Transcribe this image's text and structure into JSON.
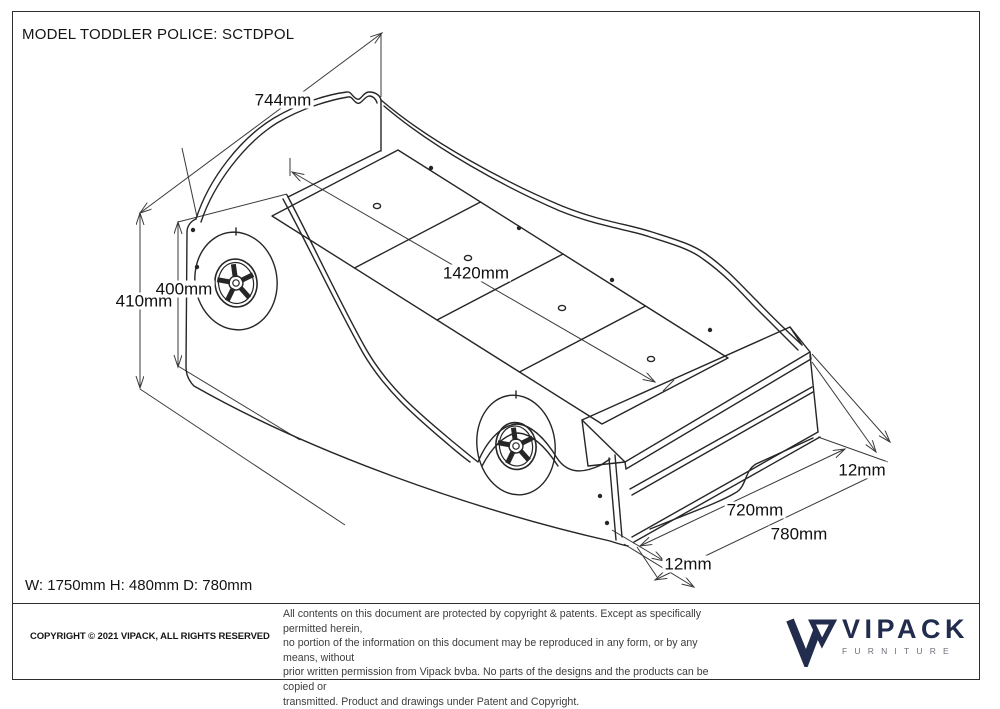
{
  "title": "MODEL TODDLER POLICE: SCTDPOL",
  "summary_dimensions": "W: 1750mm H: 480mm D: 780mm",
  "dimension_labels": {
    "width_744": "744mm",
    "height_410": "410mm",
    "height_400": "400mm",
    "length_1420": "1420mm",
    "thickness_top_12": "12mm",
    "inner_width_720": "720mm",
    "outer_width_780": "780mm",
    "thickness_side_12": "12mm"
  },
  "footer": {
    "copyright": "COPYRIGHT  © 2021 VIPACK, ALL RIGHTS RESERVED",
    "legal_lines": [
      "All contents on this document are protected by copyright & patents. Except as specifically permitted herein,",
      "no portion of the information on this document may be reproduced in any form, or by any means, without",
      "prior written permission from Vipack bvba. No parts of the designs and the products can be copied or",
      "transmitted. Product and drawings under Patent and Copyright."
    ],
    "brand": {
      "name": "VIPACK",
      "tagline": "FURNITURE"
    }
  },
  "colors": {
    "drawing_line": "#262626",
    "dimension_line": "#3a3a3a",
    "brand_navy": "#222c4c",
    "legal_text": "#3d3d3d"
  }
}
